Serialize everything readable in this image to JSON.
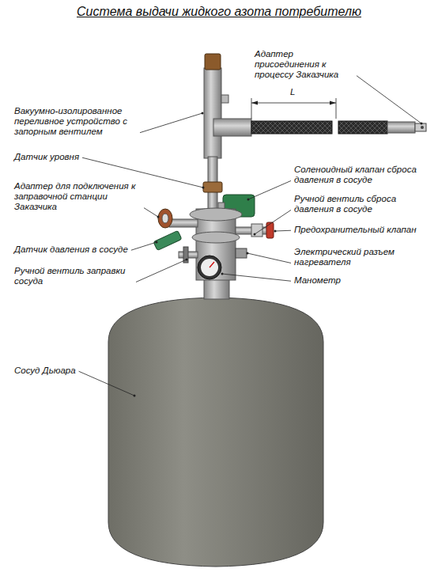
{
  "diagram": {
    "title": "Система выдачи жидкого азота потребителю",
    "labels": [
      "Адаптер присоединения к процессу Заказчика",
      "L",
      "Вакуумно-изолированное переливное устройство с запорным вентилем",
      "Датчик уровня",
      "Соленоидный клапан сброса давления в сосуде",
      "Адаптер для подключения к заправочной станции Заказчика",
      "Ручной вентиль сброса давления в сосуде",
      "Предохранительный клапан",
      "Датчик давления в сосуде",
      "Электрический разъем нагревателя",
      "Ручной вентиль заправки сосуда",
      "Манометр",
      "Сосуд Дьюара"
    ]
  }
}
